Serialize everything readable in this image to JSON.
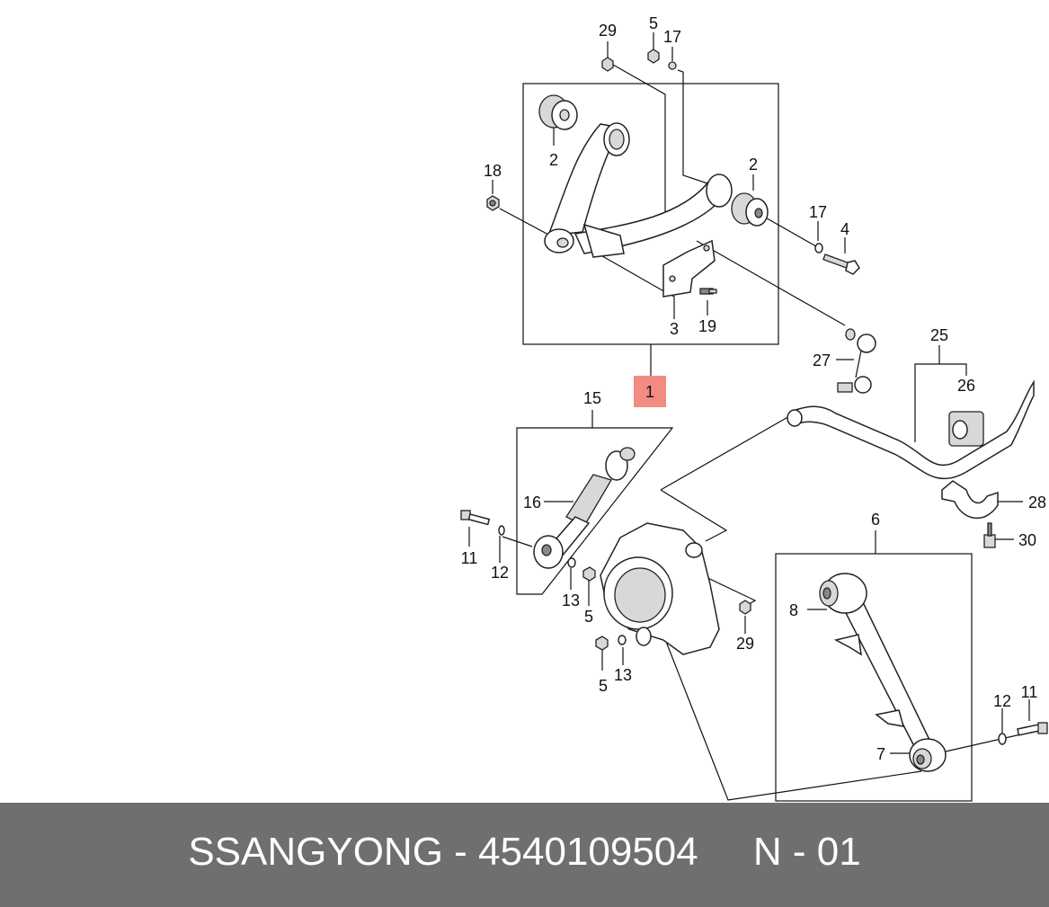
{
  "diagram": {
    "callouts": {
      "c1": "1",
      "c2a": "2",
      "c2b": "2",
      "c3": "3",
      "c4": "4",
      "c5a": "5",
      "c5b": "5",
      "c5c": "5",
      "c6": "6",
      "c7": "7",
      "c8": "8",
      "c11a": "11",
      "c11b": "11",
      "c12a": "12",
      "c12b": "12",
      "c13a": "13",
      "c13b": "13",
      "c15": "15",
      "c16": "16",
      "c17a": "17",
      "c17b": "17",
      "c18": "18",
      "c19": "19",
      "c25": "25",
      "c26": "26",
      "c27": "27",
      "c28": "28",
      "c29a": "29",
      "c29b": "29",
      "c30": "30"
    },
    "highlight_color": "#f28b82"
  },
  "footer": {
    "text": "SSANGYONG - 4540109504     N - 01",
    "background": "#6f6f6f",
    "color": "#ffffff"
  }
}
